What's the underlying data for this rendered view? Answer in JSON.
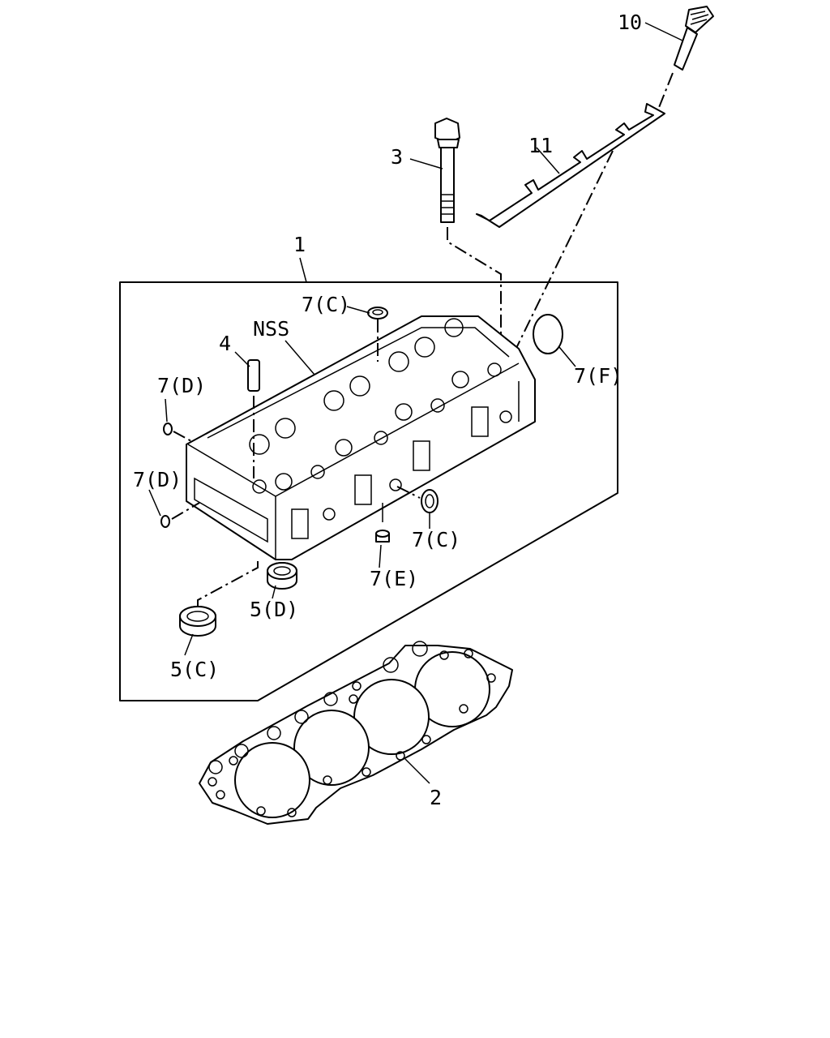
{
  "labels": {
    "p10": "10",
    "p11": "11",
    "p3": "3",
    "p1": "1",
    "p7c_top": "7(C)",
    "nss": "NSS",
    "p4": "4",
    "p7d_upper": "7(D)",
    "p7d_lower": "7(D)",
    "p7f": "7(F)",
    "p7c_side": "7(C)",
    "p7e": "7(E)",
    "p5d": "5(D)",
    "p5c": "5(C)",
    "p2": "2"
  }
}
